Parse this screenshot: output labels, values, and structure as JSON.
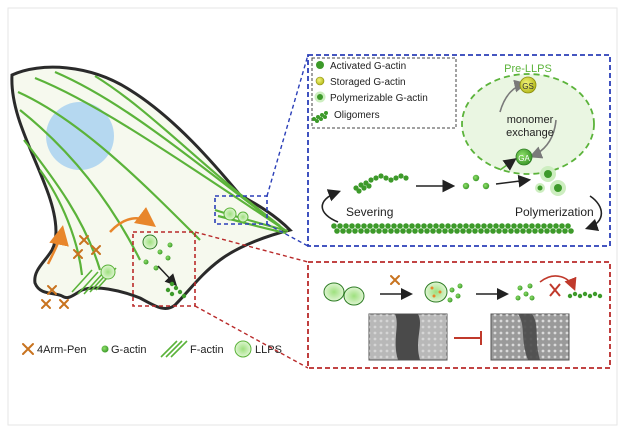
{
  "legend_box": {
    "activated": "Activated G-actin",
    "storaged": "Storaged G-actin",
    "polymerizable": "Polymerizable G-actin",
    "oligomers": "Oligomers"
  },
  "upper_panel": {
    "pre_llps": "Pre-LLPS",
    "gs_label": "GS",
    "ga_label": "GA",
    "monomer_line1": "monomer",
    "monomer_line2": "exchange",
    "severing": "Severing",
    "polymerization": "Polymerization"
  },
  "bottom_legend": {
    "arm_pen": "4Arm-Pen",
    "g_actin": "G-actin",
    "f_actin": "F-actin",
    "llps": "LLPS"
  },
  "colors": {
    "green": "#5bb33a",
    "dark_green": "#2f7d25",
    "orange": "#e8862b",
    "blue_dash": "#2b3fb8",
    "red_dash": "#b92a2a",
    "nucleus": "#a9d2f0",
    "cell_fill": "#f6f9ee",
    "yellow": "#d7dc45"
  }
}
